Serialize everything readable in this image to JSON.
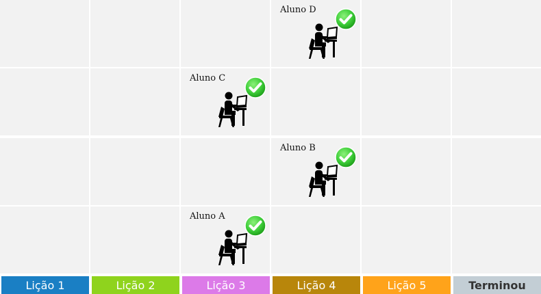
{
  "students": [
    {
      "name": "Aluno D",
      "column": 4,
      "row": 1,
      "completed": true,
      "icon": "student-at-desk-icon",
      "status_icon": "check-circle-icon"
    },
    {
      "name": "Aluno C",
      "column": 3,
      "row": 2,
      "completed": true,
      "icon": "student-at-desk-icon",
      "status_icon": "check-circle-icon"
    },
    {
      "name": "Aluno B",
      "column": 4,
      "row": 3,
      "completed": true,
      "icon": "student-at-desk-icon",
      "status_icon": "check-circle-icon"
    },
    {
      "name": "Aluno A",
      "column": 3,
      "row": 4,
      "completed": true,
      "icon": "student-at-desk-icon",
      "status_icon": "check-circle-icon"
    }
  ],
  "tabs": [
    {
      "label": "Lição 1",
      "color": "#1a7fc4"
    },
    {
      "label": "Lição 2",
      "color": "#8fd31d"
    },
    {
      "label": "Lição 3",
      "color": "#dc7ae8"
    },
    {
      "label": "Lição 4",
      "color": "#b8860b"
    },
    {
      "label": "Lição 5",
      "color": "#ffa31a"
    },
    {
      "label": "Terminou",
      "color": "#c3ced5"
    }
  ],
  "colors": {
    "cell_background": "#f2f2f2",
    "check_green": "#3fcf3a"
  }
}
